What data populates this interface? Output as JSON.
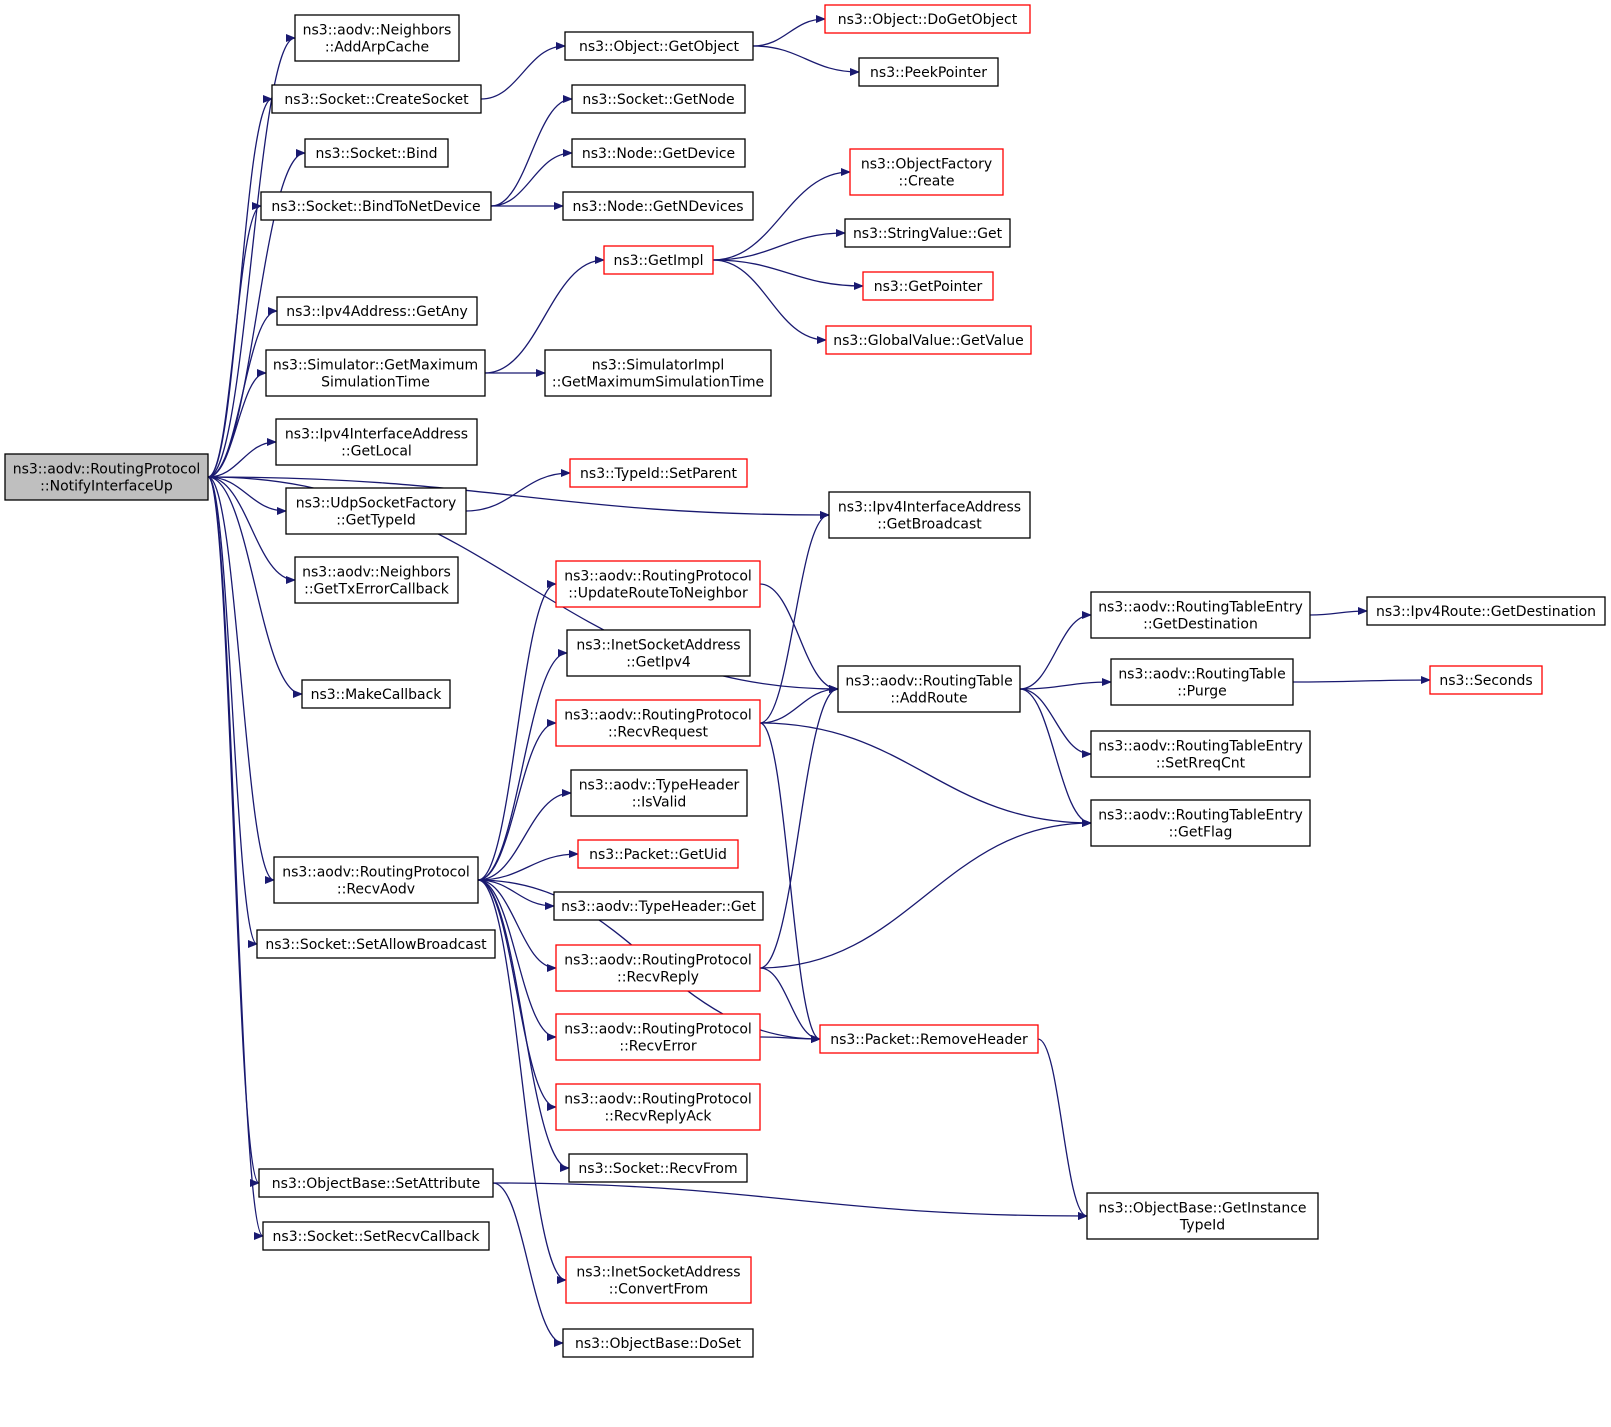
{
  "colors": {
    "edge": "#191970",
    "box_normal": "#000000",
    "box_truncated": "#ff0000",
    "root_fill": "#bfbfbf"
  },
  "nodes": [
    {
      "id": "root",
      "lines": [
        "ns3::aodv::RoutingProtocol",
        "::NotifyInterfaceUp"
      ],
      "style": "root"
    },
    {
      "id": "addArpCache",
      "lines": [
        "ns3::aodv::Neighbors",
        "::AddArpCache"
      ],
      "style": "normal"
    },
    {
      "id": "createSocket",
      "lines": [
        "ns3::Socket::CreateSocket"
      ],
      "style": "normal"
    },
    {
      "id": "bind",
      "lines": [
        "ns3::Socket::Bind"
      ],
      "style": "normal"
    },
    {
      "id": "bindToNetDevice",
      "lines": [
        "ns3::Socket::BindToNetDevice"
      ],
      "style": "normal"
    },
    {
      "id": "ipv4GetAny",
      "lines": [
        "ns3::Ipv4Address::GetAny"
      ],
      "style": "normal"
    },
    {
      "id": "simGetMax",
      "lines": [
        "ns3::Simulator::GetMaximum",
        "SimulationTime"
      ],
      "style": "normal"
    },
    {
      "id": "ipv4IfGetLocal",
      "lines": [
        "ns3::Ipv4InterfaceAddress",
        "::GetLocal"
      ],
      "style": "normal"
    },
    {
      "id": "udpGetTypeId",
      "lines": [
        "ns3::UdpSocketFactory",
        "::GetTypeId"
      ],
      "style": "normal"
    },
    {
      "id": "getTxErrCb",
      "lines": [
        "ns3::aodv::Neighbors",
        "::GetTxErrorCallback"
      ],
      "style": "normal"
    },
    {
      "id": "makeCallback",
      "lines": [
        "ns3::MakeCallback"
      ],
      "style": "normal"
    },
    {
      "id": "recvAodv",
      "lines": [
        "ns3::aodv::RoutingProtocol",
        "::RecvAodv"
      ],
      "style": "normal"
    },
    {
      "id": "setAllowBcast",
      "lines": [
        "ns3::Socket::SetAllowBroadcast"
      ],
      "style": "normal"
    },
    {
      "id": "setAttribute",
      "lines": [
        "ns3::ObjectBase::SetAttribute"
      ],
      "style": "normal"
    },
    {
      "id": "setRecvCb",
      "lines": [
        "ns3::Socket::SetRecvCallback"
      ],
      "style": "normal"
    },
    {
      "id": "getObject",
      "lines": [
        "ns3::Object::GetObject"
      ],
      "style": "normal"
    },
    {
      "id": "getNode",
      "lines": [
        "ns3::Socket::GetNode"
      ],
      "style": "normal"
    },
    {
      "id": "getDevice",
      "lines": [
        "ns3::Node::GetDevice"
      ],
      "style": "normal"
    },
    {
      "id": "getNDevices",
      "lines": [
        "ns3::Node::GetNDevices"
      ],
      "style": "normal"
    },
    {
      "id": "getImpl",
      "lines": [
        "ns3::GetImpl"
      ],
      "style": "truncated"
    },
    {
      "id": "simImplGetMax",
      "lines": [
        "ns3::SimulatorImpl",
        "::GetMaximumSimulationTime"
      ],
      "style": "normal"
    },
    {
      "id": "typeIdSetParent",
      "lines": [
        "ns3::TypeId::SetParent"
      ],
      "style": "truncated"
    },
    {
      "id": "updateRoute",
      "lines": [
        "ns3::aodv::RoutingProtocol",
        "::UpdateRouteToNeighbor"
      ],
      "style": "truncated"
    },
    {
      "id": "inetGetIpv4",
      "lines": [
        "ns3::InetSocketAddress",
        "::GetIpv4"
      ],
      "style": "normal"
    },
    {
      "id": "recvRequest",
      "lines": [
        "ns3::aodv::RoutingProtocol",
        "::RecvRequest"
      ],
      "style": "truncated"
    },
    {
      "id": "typeHdrIsValid",
      "lines": [
        "ns3::aodv::TypeHeader",
        "::IsValid"
      ],
      "style": "normal"
    },
    {
      "id": "packetGetUid",
      "lines": [
        "ns3::Packet::GetUid"
      ],
      "style": "truncated"
    },
    {
      "id": "typeHdrGet",
      "lines": [
        "ns3::aodv::TypeHeader::Get"
      ],
      "style": "normal"
    },
    {
      "id": "recvReply",
      "lines": [
        "ns3::aodv::RoutingProtocol",
        "::RecvReply"
      ],
      "style": "truncated"
    },
    {
      "id": "recvError",
      "lines": [
        "ns3::aodv::RoutingProtocol",
        "::RecvError"
      ],
      "style": "truncated"
    },
    {
      "id": "recvReplyAck",
      "lines": [
        "ns3::aodv::RoutingProtocol",
        "::RecvReplyAck"
      ],
      "style": "truncated"
    },
    {
      "id": "socketRecvFrom",
      "lines": [
        "ns3::Socket::RecvFrom"
      ],
      "style": "normal"
    },
    {
      "id": "inetConvertFrom",
      "lines": [
        "ns3::InetSocketAddress",
        "::ConvertFrom"
      ],
      "style": "truncated"
    },
    {
      "id": "objDoSet",
      "lines": [
        "ns3::ObjectBase::DoSet"
      ],
      "style": "normal"
    },
    {
      "id": "doGetObject",
      "lines": [
        "ns3::Object::DoGetObject"
      ],
      "style": "truncated"
    },
    {
      "id": "peekPointer",
      "lines": [
        "ns3::PeekPointer"
      ],
      "style": "normal"
    },
    {
      "id": "objFactoryCreate",
      "lines": [
        "ns3::ObjectFactory",
        "::Create"
      ],
      "style": "truncated"
    },
    {
      "id": "stringValueGet",
      "lines": [
        "ns3::StringValue::Get"
      ],
      "style": "normal"
    },
    {
      "id": "getPointer",
      "lines": [
        "ns3::GetPointer"
      ],
      "style": "truncated"
    },
    {
      "id": "globalValueGet",
      "lines": [
        "ns3::GlobalValue::GetValue"
      ],
      "style": "truncated"
    },
    {
      "id": "ipv4IfGetBcast",
      "lines": [
        "ns3::Ipv4InterfaceAddress",
        "::GetBroadcast"
      ],
      "style": "normal"
    },
    {
      "id": "rtAddRoute",
      "lines": [
        "ns3::aodv::RoutingTable",
        "::AddRoute"
      ],
      "style": "normal"
    },
    {
      "id": "packetRemoveHdr",
      "lines": [
        "ns3::Packet::RemoveHeader"
      ],
      "style": "truncated"
    },
    {
      "id": "rteGetDest",
      "lines": [
        "ns3::aodv::RoutingTableEntry",
        "::GetDestination"
      ],
      "style": "normal"
    },
    {
      "id": "rtPurge",
      "lines": [
        "ns3::aodv::RoutingTable",
        "::Purge"
      ],
      "style": "normal"
    },
    {
      "id": "rteSetRreq",
      "lines": [
        "ns3::aodv::RoutingTableEntry",
        "::SetRreqCnt"
      ],
      "style": "normal"
    },
    {
      "id": "rteGetFlag",
      "lines": [
        "ns3::aodv::RoutingTableEntry",
        "::GetFlag"
      ],
      "style": "normal"
    },
    {
      "id": "objGetInstTypeId",
      "lines": [
        "ns3::ObjectBase::GetInstance",
        "TypeId"
      ],
      "style": "normal"
    },
    {
      "id": "ipv4RouteGetDest",
      "lines": [
        "ns3::Ipv4Route::GetDestination"
      ],
      "style": "normal"
    },
    {
      "id": "seconds",
      "lines": [
        "ns3::Seconds"
      ],
      "style": "truncated"
    }
  ],
  "edges": [
    [
      "root",
      "addArpCache"
    ],
    [
      "root",
      "createSocket"
    ],
    [
      "root",
      "bind"
    ],
    [
      "root",
      "bindToNetDevice"
    ],
    [
      "root",
      "ipv4GetAny"
    ],
    [
      "root",
      "simGetMax"
    ],
    [
      "root",
      "ipv4IfGetLocal"
    ],
    [
      "root",
      "udpGetTypeId"
    ],
    [
      "root",
      "getTxErrCb"
    ],
    [
      "root",
      "makeCallback"
    ],
    [
      "root",
      "recvAodv"
    ],
    [
      "root",
      "setAllowBcast"
    ],
    [
      "root",
      "setAttribute"
    ],
    [
      "root",
      "setRecvCb"
    ],
    [
      "root",
      "ipv4IfGetBcast"
    ],
    [
      "root",
      "rtAddRoute"
    ],
    [
      "createSocket",
      "getObject"
    ],
    [
      "getObject",
      "doGetObject"
    ],
    [
      "getObject",
      "peekPointer"
    ],
    [
      "bindToNetDevice",
      "getNode"
    ],
    [
      "bindToNetDevice",
      "getDevice"
    ],
    [
      "bindToNetDevice",
      "getNDevices"
    ],
    [
      "simGetMax",
      "getImpl"
    ],
    [
      "simGetMax",
      "simImplGetMax"
    ],
    [
      "getImpl",
      "objFactoryCreate"
    ],
    [
      "getImpl",
      "stringValueGet"
    ],
    [
      "getImpl",
      "getPointer"
    ],
    [
      "getImpl",
      "globalValueGet"
    ],
    [
      "udpGetTypeId",
      "typeIdSetParent"
    ],
    [
      "recvAodv",
      "updateRoute"
    ],
    [
      "recvAodv",
      "inetGetIpv4"
    ],
    [
      "recvAodv",
      "recvRequest"
    ],
    [
      "recvAodv",
      "typeHdrIsValid"
    ],
    [
      "recvAodv",
      "packetGetUid"
    ],
    [
      "recvAodv",
      "typeHdrGet"
    ],
    [
      "recvAodv",
      "recvReply"
    ],
    [
      "recvAodv",
      "recvError"
    ],
    [
      "recvAodv",
      "recvReplyAck"
    ],
    [
      "recvAodv",
      "socketRecvFrom"
    ],
    [
      "recvAodv",
      "inetConvertFrom"
    ],
    [
      "recvAodv",
      "packetRemoveHdr"
    ],
    [
      "updateRoute",
      "rtAddRoute"
    ],
    [
      "recvRequest",
      "ipv4IfGetBcast"
    ],
    [
      "recvRequest",
      "rtAddRoute"
    ],
    [
      "recvRequest",
      "rteGetFlag"
    ],
    [
      "recvRequest",
      "packetRemoveHdr"
    ],
    [
      "recvReply",
      "rtAddRoute"
    ],
    [
      "recvReply",
      "rteGetFlag"
    ],
    [
      "recvReply",
      "packetRemoveHdr"
    ],
    [
      "recvError",
      "packetRemoveHdr"
    ],
    [
      "setAttribute",
      "objDoSet"
    ],
    [
      "setAttribute",
      "objGetInstTypeId"
    ],
    [
      "rtAddRoute",
      "rteGetDest"
    ],
    [
      "rtAddRoute",
      "rtPurge"
    ],
    [
      "rtAddRoute",
      "rteSetRreq"
    ],
    [
      "rtAddRoute",
      "rteGetFlag"
    ],
    [
      "rteGetDest",
      "ipv4RouteGetDest"
    ],
    [
      "rtPurge",
      "seconds"
    ],
    [
      "packetRemoveHdr",
      "objGetInstTypeId"
    ]
  ]
}
